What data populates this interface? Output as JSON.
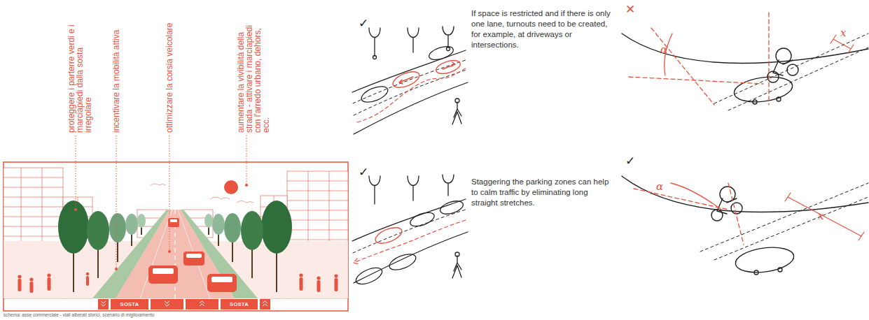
{
  "diagram": {
    "caption": "schema: asse commerciale - viali alberati storici, scenario di miglioramento",
    "nodes": [
      {
        "text": [
          "SOSTA"
        ]
      },
      {
        "text": [
          "SOSTA"
        ]
      }
    ],
    "labels": [
      "proteggere i parterre verdi e i marciapiedi dalla sosta irregolare",
      "incentivare la mobilità attiva",
      "ottimizzare la corsia veicolare",
      "aumentare la vivibilità della strada - attivare i marciapiedi con l'arredo urbano, dehors, ecc.",
      "✓",
      "If space is restricted and if there is only one lane, turnouts need to be created, for example, at driveways or intersections.",
      "✕",
      "α",
      "x",
      "✓",
      "Staggering the parking zones can help to calm traffic by eliminating long straight stretches.",
      "✓",
      "α",
      "x"
    ]
  }
}
